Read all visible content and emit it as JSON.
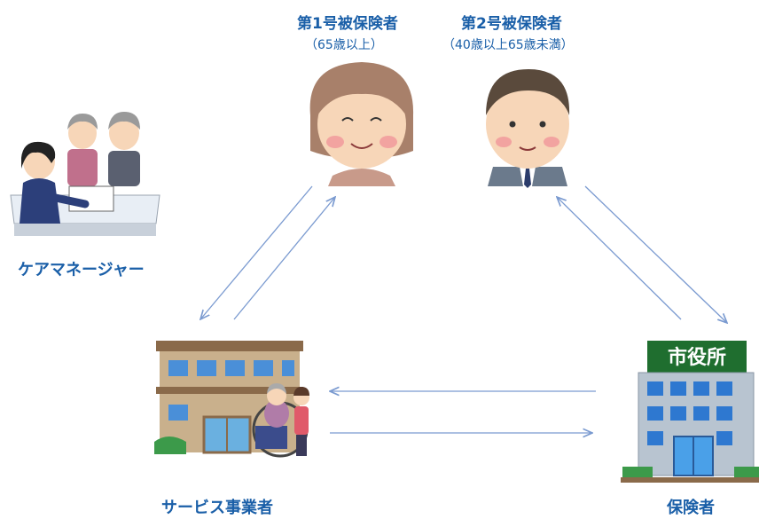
{
  "insured1": {
    "title": "第1号被保険者",
    "age": "（65歳以上）"
  },
  "insured2": {
    "title": "第2号被保険者",
    "age": "（40歳以上65歳未満）"
  },
  "care_manager": {
    "label": "ケアマネージャー"
  },
  "service_provider": {
    "label": "サービス事業者"
  },
  "insurer": {
    "label": "保険者",
    "sign": "市役所"
  },
  "colors": {
    "label": "#1a5fa8",
    "arrow": "#7a9ad0",
    "sign_bg": "#1f6e2f"
  }
}
